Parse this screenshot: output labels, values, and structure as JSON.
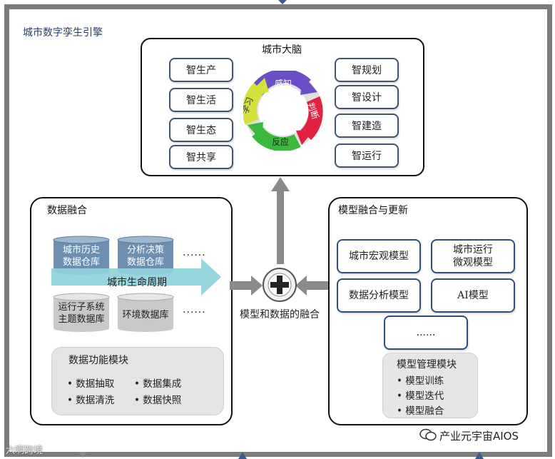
{
  "engine_title": "城市数字孪生引擎",
  "city_brain": {
    "title": "城市大脑",
    "left_items": [
      "智生产",
      "智生活",
      "智生态",
      "智共享"
    ],
    "right_items": [
      "智规划",
      "智设计",
      "智建造",
      "智运行"
    ],
    "cycle": [
      "感知",
      "判断",
      "反应",
      "学习"
    ]
  },
  "data_fusion": {
    "title": "数据融合",
    "db1": [
      "城市历史",
      "数据仓库"
    ],
    "db2": [
      "分析决策",
      "数据仓库"
    ],
    "db3": [
      "运行子系统",
      "主题数据库"
    ],
    "db4": "环境数据库",
    "ellipsis_top": "......",
    "ellipsis_bottom": "......",
    "lifecycle": "城市生命周期",
    "function_module": {
      "title": "数据功能模块",
      "items": [
        "数据抽取",
        "数据集成",
        "数据清洗",
        "数据快照"
      ]
    }
  },
  "center": {
    "label": "模型和数据的融合"
  },
  "model_fusion": {
    "title": "模型融合与更新",
    "macro": "城市宏观模型",
    "micro": [
      "城市运行",
      "微观模型"
    ],
    "analysis": "数据分析模型",
    "ai": "AI模型",
    "ellipsis": "......",
    "management": {
      "title": "模型管理模块",
      "items": [
        "模型训练",
        "模型迭代",
        "模型融合"
      ]
    }
  },
  "watermark_left": "六啊跨境",
  "watermark_right": "产业元宇宙AIOS",
  "colors": {
    "db_blue": "#6f8fb0",
    "arrow_cyan": "#8fd3dc",
    "arrow_gray": "#8a8a8a",
    "title_navy": "#2b3f6a"
  }
}
